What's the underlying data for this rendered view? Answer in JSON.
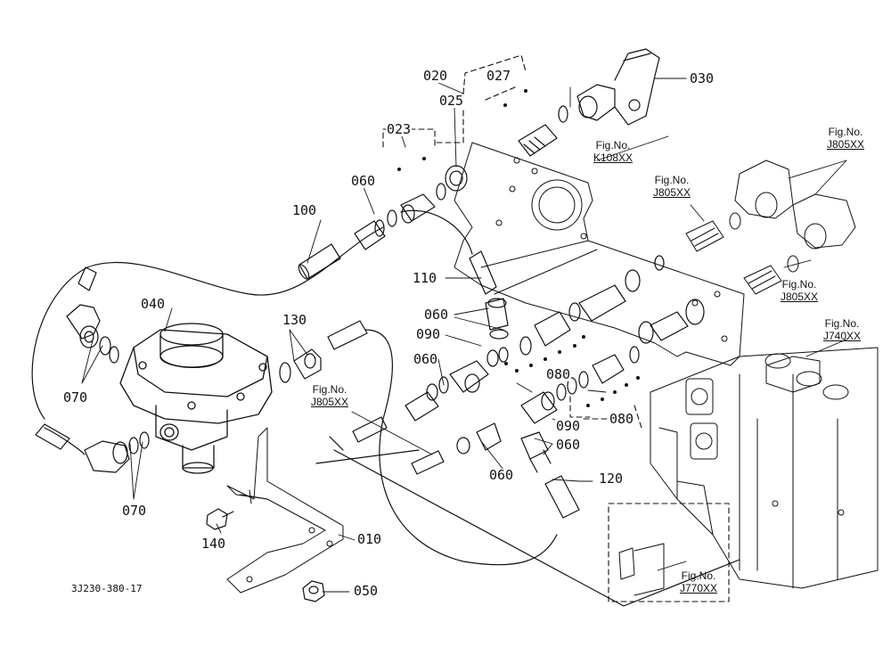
{
  "diagram_code": "3J230-380-17",
  "parts": [
    {
      "id": "p010",
      "no": "010"
    },
    {
      "id": "p020",
      "no": "020"
    },
    {
      "id": "p023",
      "no": "023"
    },
    {
      "id": "p025",
      "no": "025"
    },
    {
      "id": "p027",
      "no": "027"
    },
    {
      "id": "p030",
      "no": "030"
    },
    {
      "id": "p040",
      "no": "040"
    },
    {
      "id": "p050",
      "no": "050"
    },
    {
      "id": "p060a",
      "no": "060"
    },
    {
      "id": "p060b",
      "no": "060"
    },
    {
      "id": "p060c",
      "no": "060"
    },
    {
      "id": "p060d",
      "no": "060"
    },
    {
      "id": "p060e",
      "no": "060"
    },
    {
      "id": "p070a",
      "no": "070"
    },
    {
      "id": "p070b",
      "no": "070"
    },
    {
      "id": "p080a",
      "no": "080"
    },
    {
      "id": "p080b",
      "no": "080"
    },
    {
      "id": "p090a",
      "no": "090"
    },
    {
      "id": "p090b",
      "no": "090"
    },
    {
      "id": "p100",
      "no": "100"
    },
    {
      "id": "p110",
      "no": "110"
    },
    {
      "id": "p120",
      "no": "120"
    },
    {
      "id": "p130",
      "no": "130"
    },
    {
      "id": "p140",
      "no": "140"
    }
  ],
  "fig_refs": [
    {
      "id": "r1",
      "line1": "Fig.No.",
      "line2": "K108XX"
    },
    {
      "id": "r2",
      "line1": "Fig.No.",
      "line2": "J805XX"
    },
    {
      "id": "r3",
      "line1": "Fig.No.",
      "line2": "J805XX"
    },
    {
      "id": "r4",
      "line1": "Fig.No.",
      "line2": "J805XX"
    },
    {
      "id": "r5",
      "line1": "Fig.No.",
      "line2": "J740XX"
    },
    {
      "id": "r6",
      "line1": "Fig.No.",
      "line2": "J805XX"
    },
    {
      "id": "r7",
      "line1": "Fig.No.",
      "line2": "J770XX"
    }
  ]
}
